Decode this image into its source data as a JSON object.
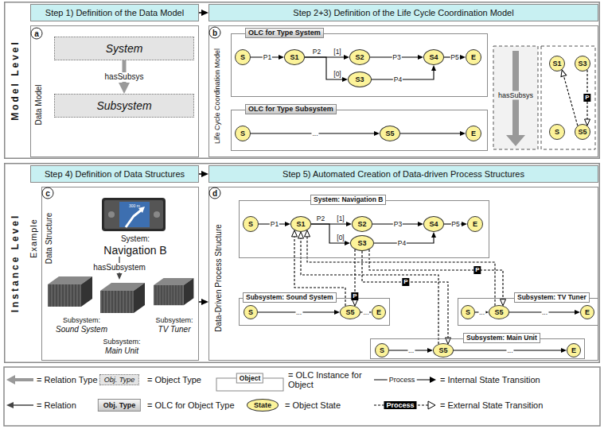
{
  "diagram": {
    "nodes": [
      {
        "text": [
          "Model Level"
        ]
      },
      {
        "text": [
          "Step 1) Definition of the Data Model"
        ],
        "in": 0
      },
      {
        "text": [
          "Step 2+3) Definition of the Life Cycle Coordination Model"
        ],
        "in": 0
      },
      {
        "text": [
          "Data Model"
        ],
        "in": 0
      },
      {
        "text": [
          "System"
        ],
        "in": 3
      },
      {
        "text": [
          "Subsystem"
        ],
        "in": 3
      },
      {
        "text": [
          "Life Cycle Coordination Model"
        ],
        "in": 0
      },
      {
        "text": [
          "OLC for Type System"
        ],
        "in": 6
      },
      {
        "text": [
          "S"
        ],
        "in": 7
      },
      {
        "text": [
          "S1"
        ],
        "in": 7
      },
      {
        "text": [
          "S2"
        ],
        "in": 7
      },
      {
        "text": [
          "S3"
        ],
        "in": 7
      },
      {
        "text": [
          "S4"
        ],
        "in": 7
      },
      {
        "text": [
          "E"
        ],
        "in": 7
      },
      {
        "text": [
          "OLC for Type Subsystem"
        ],
        "in": 6
      },
      {
        "text": [
          "S"
        ],
        "in": 14
      },
      {
        "text": [
          "S5"
        ],
        "in": 14
      },
      {
        "text": [
          "E"
        ],
        "in": 14
      },
      {
        "text": [
          "S1"
        ],
        "in": 6
      },
      {
        "text": [
          "S3"
        ],
        "in": 6
      },
      {
        "text": [
          "S"
        ],
        "in": 6
      },
      {
        "text": [
          "S5"
        ],
        "in": 6
      },
      {
        "text": [
          "Instance Level"
        ]
      },
      {
        "text": [
          "Step 4) Definition of Data Structures"
        ],
        "in": 22
      },
      {
        "text": [
          "Step 5) Automated Creation of Data-driven Process Structures"
        ],
        "in": 22
      },
      {
        "text": [
          "Data Structure"
        ],
        "in": 22
      },
      {
        "text": [
          "System:",
          "Navigation B"
        ],
        "in": 25
      },
      {
        "text": [
          "Subsystem:",
          "Sound System"
        ],
        "in": 25
      },
      {
        "text": [
          "Subsystem:",
          "Main Unit"
        ],
        "in": 25
      },
      {
        "text": [
          "Subsystem:",
          "TV Tuner"
        ],
        "in": 25
      },
      {
        "text": [
          "Data-Driven Process Structure"
        ],
        "in": 22
      },
      {
        "text": [
          "System: Navigation B"
        ],
        "in": 30
      },
      {
        "text": [
          "S"
        ],
        "in": 31
      },
      {
        "text": [
          "S1"
        ],
        "in": 31
      },
      {
        "text": [
          "S2"
        ],
        "in": 31
      },
      {
        "text": [
          "S3"
        ],
        "in": 31
      },
      {
        "text": [
          "S4"
        ],
        "in": 31
      },
      {
        "text": [
          "E"
        ],
        "in": 31
      },
      {
        "text": [
          "Subsystem: Sound System"
        ],
        "in": 30
      },
      {
        "text": [
          "S"
        ],
        "in": 38
      },
      {
        "text": [
          "S5"
        ],
        "in": 38
      },
      {
        "text": [
          "E"
        ],
        "in": 38
      },
      {
        "text": [
          "Subsystem: TV Tuner"
        ],
        "in": 30
      },
      {
        "text": [
          "S"
        ],
        "in": 42
      },
      {
        "text": [
          "S5"
        ],
        "in": 42
      },
      {
        "text": [
          "E"
        ],
        "in": 42
      },
      {
        "text": [
          "Subsystem: Main Unit"
        ],
        "in": 30
      },
      {
        "text": [
          "S"
        ],
        "in": 46
      },
      {
        "text": [
          "S5"
        ],
        "in": 46
      },
      {
        "text": [
          "E"
        ],
        "in": 46
      }
    ],
    "edges": [
      {
        "from": 1,
        "to": 2,
        "arrow": "to"
      },
      {
        "from": 23,
        "to": 24,
        "arrow": "to"
      },
      {
        "from": 25,
        "to": 30,
        "arrow": "to"
      },
      {
        "from": 4,
        "to": 5,
        "label": "hasSubsys",
        "arrow": "to"
      },
      {
        "from": 8,
        "to": 9,
        "label": "P1",
        "arrow": "to"
      },
      {
        "from": 9,
        "to": 10,
        "label": "[1]",
        "arrow": "to"
      },
      {
        "from": 9,
        "to": 11,
        "label": "[0]",
        "arrow": "to"
      },
      {
        "from": 10,
        "to": 12,
        "label": "P3",
        "arrow": "to"
      },
      {
        "from": 11,
        "to": 12,
        "label": "P4",
        "arrow": "to"
      },
      {
        "from": 12,
        "to": 13,
        "label": "P5",
        "arrow": "to"
      },
      {
        "from": 15,
        "to": 16,
        "label": "...",
        "arrow": "to"
      },
      {
        "from": 16,
        "to": 17,
        "arrow": "to"
      },
      {
        "from": 21,
        "to": 18,
        "arrow": "to"
      },
      {
        "from": 19,
        "to": 21,
        "label": "P",
        "arrow": "to"
      },
      {
        "from": 26,
        "to": 28,
        "label": "hasSubsystem",
        "arrow": "to"
      },
      {
        "from": 32,
        "to": 33,
        "label": "P1",
        "arrow": "to"
      },
      {
        "from": 33,
        "to": 34,
        "label": "[1]",
        "arrow": "to"
      },
      {
        "from": 33,
        "to": 35,
        "label": "[0]",
        "arrow": "to"
      },
      {
        "from": 34,
        "to": 36,
        "label": "P3",
        "arrow": "to"
      },
      {
        "from": 35,
        "to": 36,
        "label": "P4",
        "arrow": "to"
      },
      {
        "from": 36,
        "to": 37,
        "label": "P5",
        "arrow": "to"
      },
      {
        "from": 39,
        "to": 40,
        "label": "...",
        "arrow": "to"
      },
      {
        "from": 40,
        "to": 41,
        "label": "...",
        "arrow": "to"
      },
      {
        "from": 43,
        "to": 44,
        "label": "...",
        "arrow": "to"
      },
      {
        "from": 44,
        "to": 45,
        "label": "...",
        "arrow": "to"
      },
      {
        "from": 47,
        "to": 48,
        "label": "...",
        "arrow": "to"
      },
      {
        "from": 48,
        "to": 49,
        "label": "...",
        "arrow": "to"
      },
      {
        "from": 40,
        "to": 33,
        "arrow": "to"
      },
      {
        "from": 48,
        "to": 33,
        "arrow": "to"
      },
      {
        "from": 44,
        "to": 33,
        "arrow": "to"
      },
      {
        "from": 35,
        "to": 40,
        "label": "P",
        "arrow": "to"
      },
      {
        "from": 35,
        "to": 48,
        "label": "P",
        "arrow": "to"
      },
      {
        "from": 35,
        "to": 44,
        "label": "P",
        "arrow": "to"
      }
    ],
    "labels": [
      "a",
      "b",
      "P2",
      "hasSubsys",
      "Example",
      "c",
      "300 m",
      "d",
      "P2",
      "Obj. Type",
      "Obj. Type",
      "Object",
      "State",
      "Process",
      "Process"
    ],
    "legend": [
      {
        "text": "= Relation Type"
      },
      {
        "text": "= Object Type"
      },
      {
        "text": "= OLC Instance for Object"
      },
      {
        "text": "= Internal State Transition"
      },
      {
        "text": "= Relation"
      },
      {
        "text": "= OLC for Object Type"
      },
      {
        "text": "= Object State"
      },
      {
        "text": "= External State Transition"
      }
    ]
  }
}
